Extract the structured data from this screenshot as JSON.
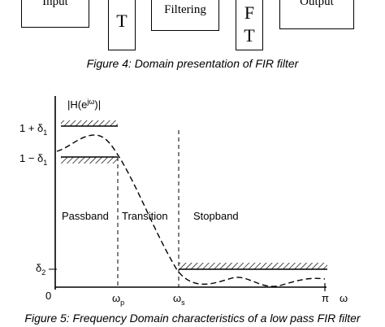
{
  "figure4": {
    "blocks": {
      "input": "Input",
      "filtering": "Filtering",
      "output": "Output"
    },
    "transform_left": "T",
    "transform_right_top": "F",
    "transform_right_bottom": "T",
    "caption": "Figure 4: Domain presentation of FIR filter"
  },
  "figure5": {
    "y_axis_label": "|H(e",
    "y_axis_label_exp": "jω",
    "y_axis_label_end": ")|",
    "ytick_upper": "1 + δ",
    "ytick_upper_sub": "1",
    "ytick_lower": "1 − δ",
    "ytick_lower_sub": "1",
    "ytick_stop": "δ",
    "ytick_stop_sub": "2",
    "origin_label": "0",
    "xtick_passband_edge": "ω",
    "xtick_passband_edge_sub": "p",
    "xtick_stopband_edge": "ω",
    "xtick_stopband_edge_sub": "s",
    "xtick_pi": "π",
    "x_axis_label": "ω",
    "region_passband": "Passband",
    "region_transition": "Transition",
    "region_stopband": "Stopband",
    "caption": "Figure 5: Frequency Domain characteristics of a low pass FIR filter"
  }
}
